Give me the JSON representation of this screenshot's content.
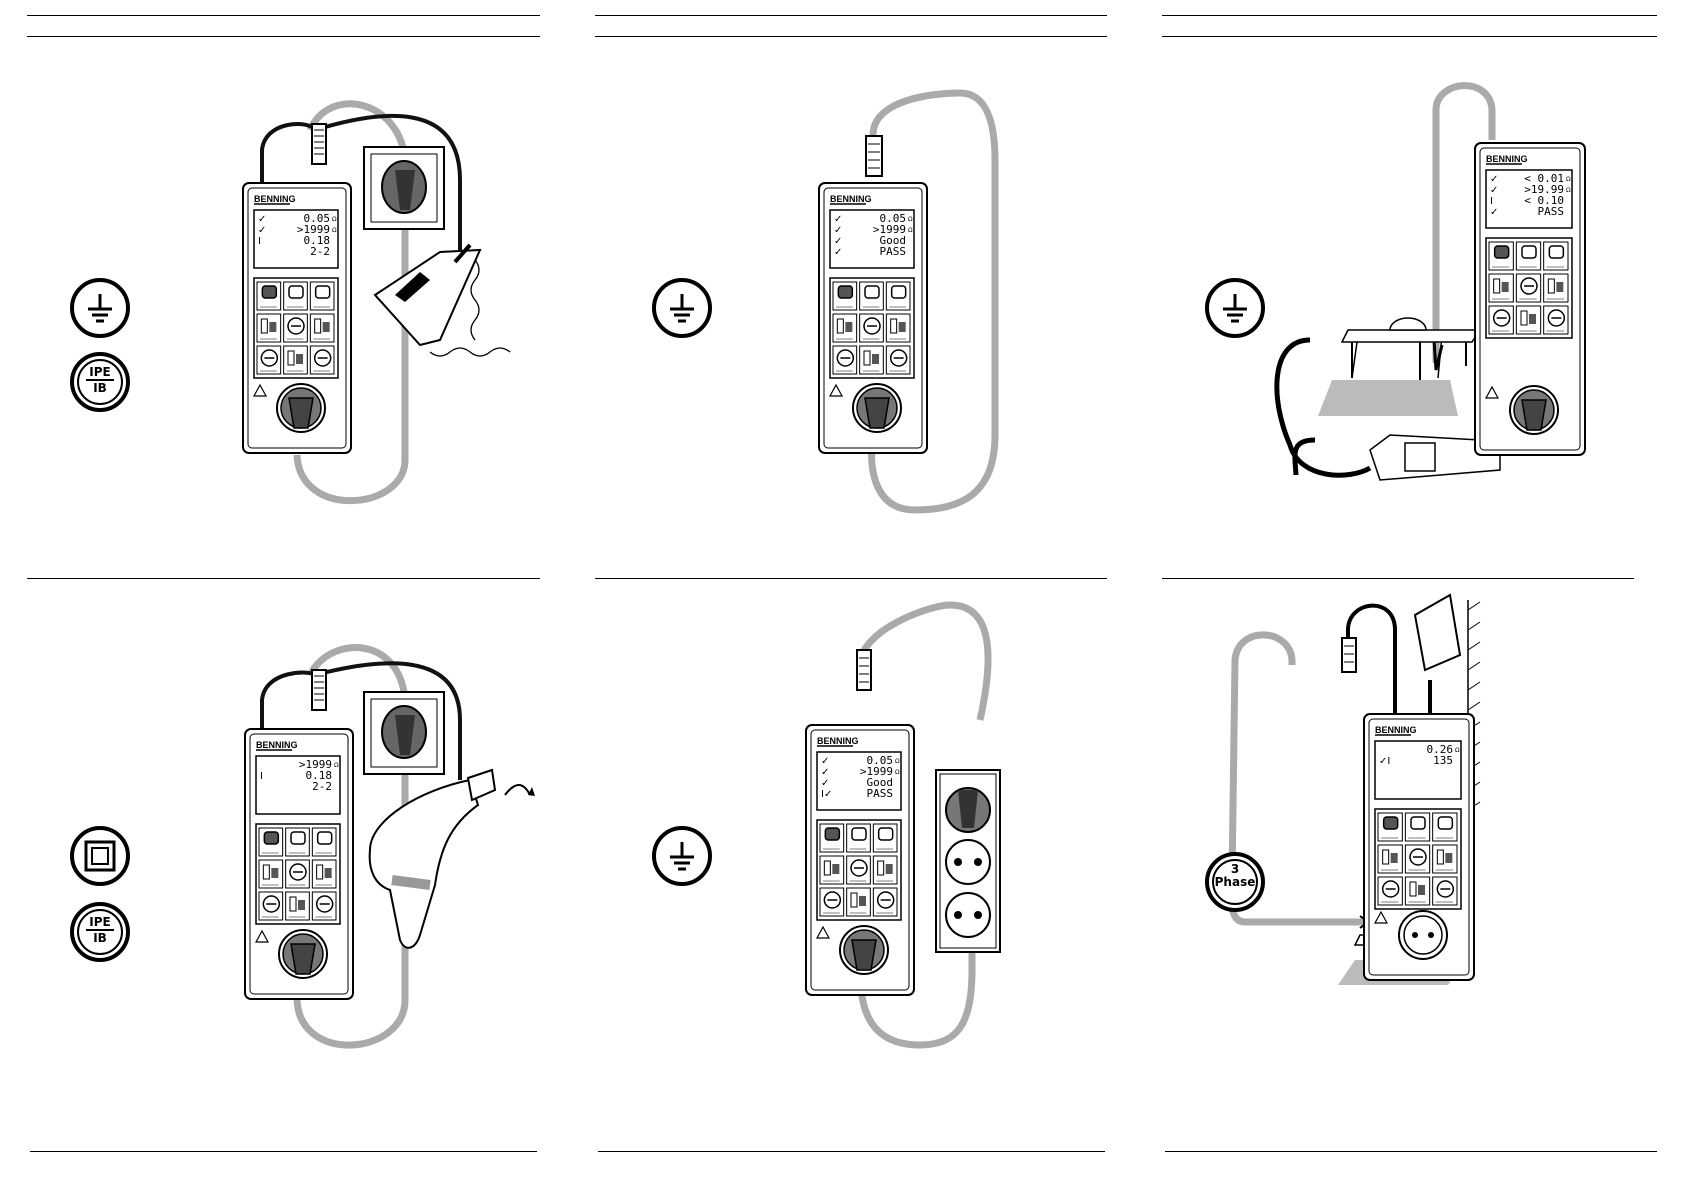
{
  "brand": "BENNING",
  "symbols": {
    "ipe_num": "IPE",
    "ipe_den": "IB",
    "three_phase_num": "3",
    "three_phase_word": "Phase"
  },
  "panels": [
    {
      "lines": [
        {
          "mark": "✓",
          "value": "0.05",
          "unit": "Ω"
        },
        {
          "mark": "✓",
          "value": ">1999",
          "unit": "Ω"
        },
        {
          "mark": "I",
          "value": "0.18",
          "unit": ""
        },
        {
          "mark": "",
          "value": "2-2",
          "unit": ""
        }
      ]
    },
    {
      "lines": [
        {
          "mark": "✓",
          "value": "0.05",
          "unit": "Ω"
        },
        {
          "mark": "✓",
          "value": ">1999",
          "unit": "Ω"
        },
        {
          "mark": "✓",
          "value": "Good",
          "unit": ""
        },
        {
          "mark": "✓",
          "value": "PASS",
          "unit": ""
        }
      ]
    },
    {
      "lines": [
        {
          "mark": "✓",
          "value": "< 0.01",
          "unit": "Ω"
        },
        {
          "mark": "✓",
          "value": ">19.99",
          "unit": "Ω"
        },
        {
          "mark": "I",
          "value": "< 0.10",
          "unit": ""
        },
        {
          "mark": "✓",
          "value": "PASS",
          "unit": ""
        }
      ]
    },
    {
      "lines": [
        {
          "mark": "",
          "value": ">1999",
          "unit": "Ω"
        },
        {
          "mark": "I",
          "value": "0.18",
          "unit": ""
        },
        {
          "mark": "",
          "value": "2-2",
          "unit": ""
        }
      ]
    },
    {
      "lines": [
        {
          "mark": "✓",
          "value": "0.05",
          "unit": "Ω"
        },
        {
          "mark": "✓",
          "value": ">1999",
          "unit": "Ω"
        },
        {
          "mark": "✓",
          "value": "Good",
          "unit": ""
        },
        {
          "mark": "I✓",
          "value": "PASS",
          "unit": ""
        }
      ]
    },
    {
      "lines": [
        {
          "mark": "",
          "value": "0.26",
          "unit": "Ω"
        },
        {
          "mark": "✓I",
          "value": "135",
          "unit": ""
        }
      ]
    }
  ]
}
